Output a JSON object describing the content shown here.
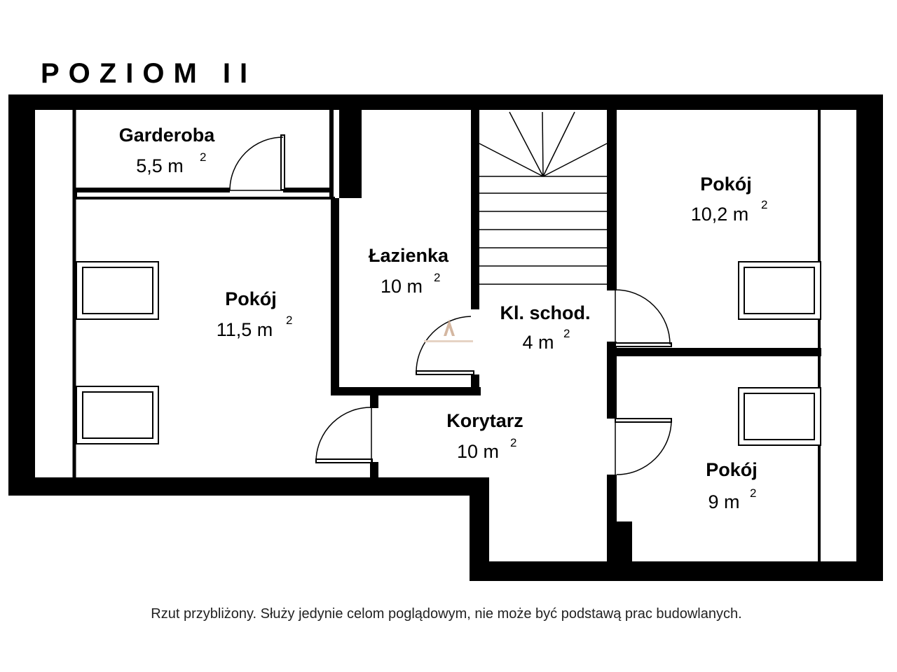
{
  "plan": {
    "title": "POZIOM II",
    "rooms": [
      {
        "name": "Garderoba",
        "area": "5,5 m",
        "unit_sup": "2"
      },
      {
        "name": "Pokój",
        "area": "11,5 m",
        "unit_sup": "2"
      },
      {
        "name": "Łazienka",
        "area": "10 m",
        "unit_sup": "2"
      },
      {
        "name": "Kl. schod.",
        "area": "4 m",
        "unit_sup": "2"
      },
      {
        "name": "Pokój",
        "area": "10,2 m",
        "unit_sup": "2"
      },
      {
        "name": "Korytarz",
        "area": "10 m",
        "unit_sup": "2"
      },
      {
        "name": "Pokój",
        "area": "9 m",
        "unit_sup": "2"
      }
    ],
    "footnote": "Rzut przybliżony. Służy jedynie celom poglądowym, nie może być podstawą prac budowlanych."
  },
  "colors": {
    "wall": "#000000",
    "background": "#ffffff",
    "watermark": "#c9a58a"
  }
}
